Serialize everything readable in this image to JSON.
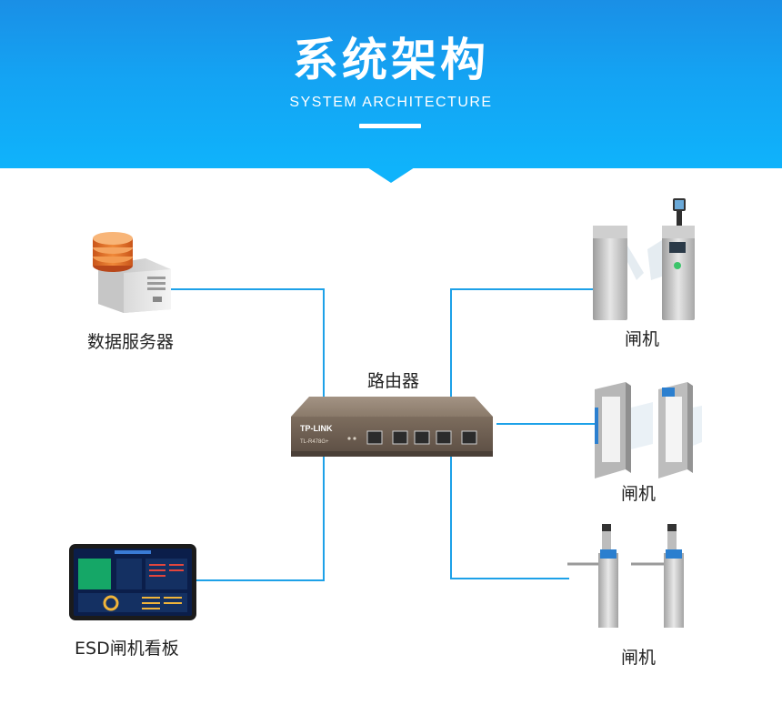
{
  "header": {
    "title": "系统架构",
    "subtitle": "SYSTEM ARCHITECTURE"
  },
  "nodes": {
    "data_server": {
      "label": "数据服务器"
    },
    "router": {
      "label": "路由器",
      "brand": "TP-LINK",
      "model": "TL-R478G+"
    },
    "gate_top": {
      "label": "闸机"
    },
    "gate_middle": {
      "label": "闸机"
    },
    "gate_bottom": {
      "label": "闸机"
    },
    "esd_board": {
      "label": "ESD闸机看板"
    }
  },
  "colors": {
    "header_top": "#1a8fe6",
    "header_bottom": "#0fb3fb",
    "wire": "#1da1e8",
    "router_body": "#7a6a5a",
    "server_disk": "#e8772a"
  }
}
